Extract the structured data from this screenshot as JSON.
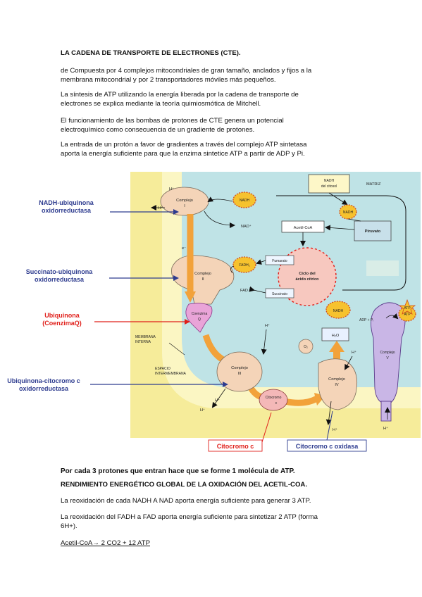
{
  "title": "LA CADENA DE TRANSPORTE DE ELECTRONES (CTE).",
  "intro": [
    "de Compuesta por 4 complejos mitocondriales de gran tamaño, anclados y fijos a la",
    "membrana mitocondrial y por 2 transportadores móviles más pequeños."
  ],
  "p2": [
    "La síntesis de ATP utilizando la energía liberada por la cadena de transporte de",
    "electrones se explica mediante la teoría quimiosmótica de Mitchell."
  ],
  "p3": [
    "El funcionamiento de las bombas de protones de CTE genera un potencial",
    "electroquímico como consecuencia de un gradiente de protones."
  ],
  "p4": [
    "La entrada de un protón a favor de gradientes a través del complejo ATP sintetasa",
    "aporta la energía suficiente para que la enzima sintetice ATP a partir de ADP y Pi."
  ],
  "callouts": {
    "nadh_ub_1": "NADH-ubiquinona",
    "nadh_ub_2": "oxidorreductasa",
    "succ_1": "Succinato-ubiquinona",
    "succ_2": "oxidorreductasa",
    "ubiq_1": "Ubiquinona",
    "ubiq_2": "(CoenzimaQ)",
    "ubcit_1": "Ubiquinona-citocromo c",
    "ubcit_2": "oxidorreductasa",
    "citc": "Citocromo c",
    "citc_ox": "Citocromo c oxidasa"
  },
  "diagram": {
    "nadh_citosol_1": "NADH",
    "nadh_citosol_2": "del citosol",
    "matriz": "MATRIZ",
    "h_plus": "H⁺",
    "complejo": "Complejo",
    "roman_1": "I",
    "roman_2": "II",
    "roman_3": "III",
    "roman_4": "IV",
    "roman_5": "V",
    "nadh": "NADH",
    "nad_plus": "NAD⁺",
    "acetil": "Acetil-CoA",
    "piruvato": "Piruvato",
    "fadh2": "FADH₂",
    "fad": "FAD",
    "fumarato": "Fumarato",
    "succinato": "Succinato",
    "ciclo_1": "Ciclo del",
    "ciclo_2": "ácido cítrico",
    "coenzima": "Coenzima",
    "q": "Q",
    "membrana_1": "MEMBRANA",
    "membrana_2": "INTERNA",
    "espacio_1": "ESPACIO",
    "espacio_2": "INTERMEMBRANA",
    "citocromo": "Citocromo",
    "c": "c",
    "h2o": "H₂O",
    "o2": "O₂",
    "adp": "ADP + Pᵢ",
    "atp": "ATP",
    "e_minus": "e⁻"
  },
  "footer": {
    "bold1": "Por cada 3 protones que entran hace que se forme 1 molécula de ATP.",
    "bold2": "RENDIMIENTO ENERGÉTICO GLOBAL DE LA OXIDACIÓN DEL ACETIL-COA.",
    "p1": "La reoxidación de cada NADH A NAD aporta energía suficiente para generar 3 ATP.",
    "p2a": "La reoxidación del FADH a FAD aporta energía suficiente para sintetizar 2 ATP (forma",
    "p2b": "6H+).",
    "eq": "Acetil-CoA→ 2 CO2 + 12 ATP"
  },
  "colors": {
    "blue_label": "#2e3c8f",
    "red_label": "#e0201b",
    "membrane": "#f6ec9a",
    "matrix": "#bfe3e6",
    "complex": "#f4d4b8",
    "arrow": "#f2a23a",
    "atp_synthase": "#c9b6e6"
  }
}
